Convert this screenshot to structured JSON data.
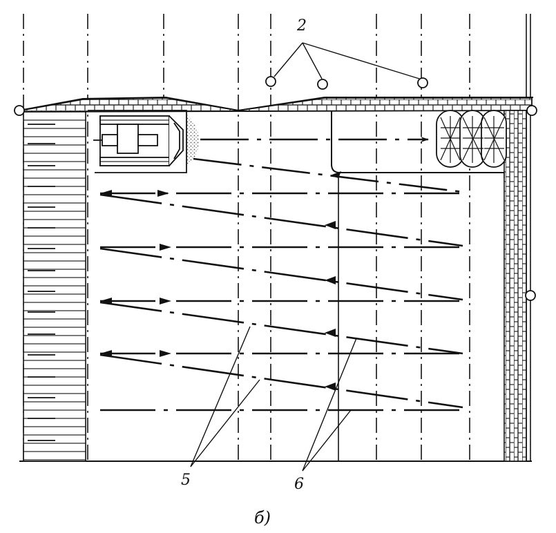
{
  "labels": {
    "piles": "2",
    "forward_passes": "5",
    "return_passes": "6"
  },
  "caption": "б)",
  "colors": {
    "ink": "#111111",
    "paper": "#ffffff",
    "stipple": "#666666"
  },
  "icons": {
    "machine": "tracked-machine-icon",
    "pile_marker": "circle-marker-icon"
  }
}
